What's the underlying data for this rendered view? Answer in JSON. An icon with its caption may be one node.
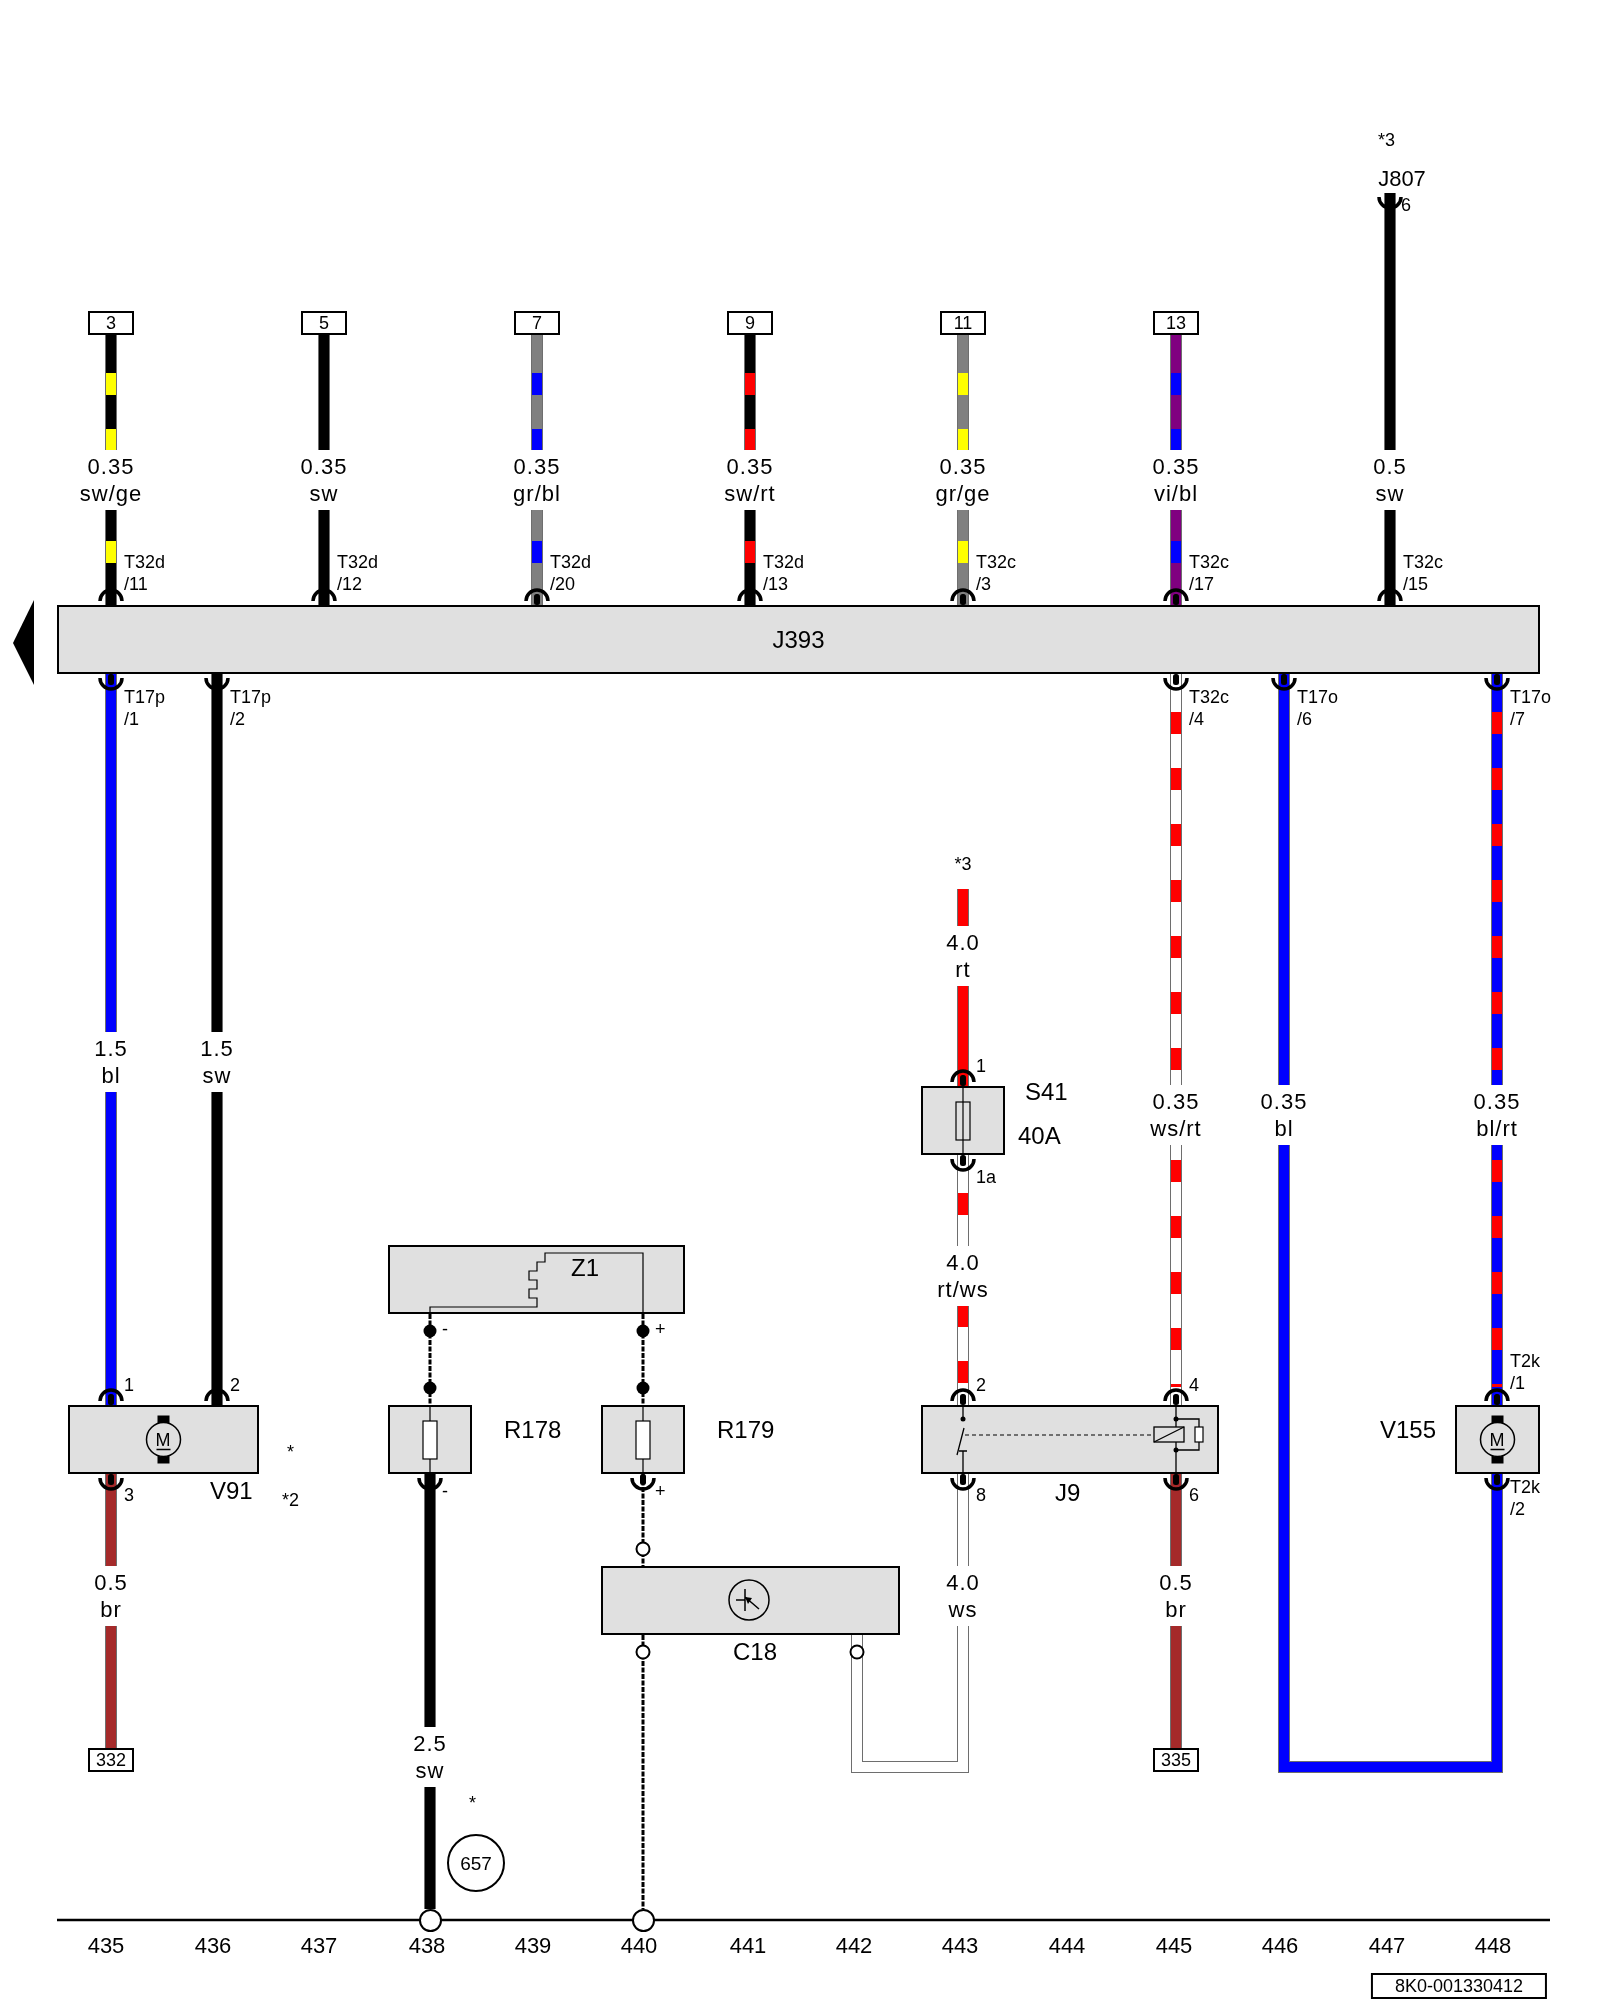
{
  "diagram": {
    "nodes": [
      {
        "text": [
          "3"
        ]
      },
      {
        "text": [
          "5"
        ]
      },
      {
        "text": [
          "7"
        ]
      },
      {
        "text": [
          "9"
        ]
      },
      {
        "text": [
          "11"
        ]
      },
      {
        "text": [
          "13"
        ]
      },
      {
        "text": [
          "J807"
        ],
        "beside": [
          "*3"
        ]
      },
      {
        "text": [
          "J393"
        ]
      },
      {
        "text": [
          "S41",
          "40A"
        ]
      },
      {
        "text": [
          "Z1"
        ]
      },
      {
        "text": [
          "V91"
        ],
        "beside": [
          "*",
          "*2"
        ]
      },
      {
        "text": [
          "R178"
        ]
      },
      {
        "text": [
          "R179"
        ]
      },
      {
        "text": [
          "J9"
        ]
      },
      {
        "text": [
          "V155"
        ]
      },
      {
        "text": [
          "C18"
        ]
      },
      {
        "text": [
          "332"
        ]
      },
      {
        "text": [
          "335"
        ]
      },
      {
        "text": [
          "657"
        ],
        "beside": [
          "*"
        ]
      },
      {
        "text": [],
        "shape": "circle"
      },
      {
        "text": [],
        "shape": "circle"
      }
    ],
    "edges": [
      {
        "from": 0,
        "to": 7,
        "arrow": "other",
        "label": "0.35 sw/ge"
      },
      {
        "from": 1,
        "to": 7,
        "arrow": "other",
        "label": "0.35 sw"
      },
      {
        "from": 2,
        "to": 7,
        "arrow": "other",
        "label": "0.35 gr/bl",
        "color": "#808080"
      },
      {
        "from": 3,
        "to": 7,
        "arrow": "other",
        "label": "0.35 sw/rt"
      },
      {
        "from": 4,
        "to": 7,
        "arrow": "other",
        "label": "0.35 gr/ge",
        "color": "#808080"
      },
      {
        "from": 5,
        "to": 7,
        "arrow": "other",
        "label": "0.35 vi/bl",
        "color": "#800080"
      },
      {
        "from": 6,
        "to": 7,
        "arrow": "other",
        "label": "0.5 sw"
      },
      {
        "from": 7,
        "to": 10,
        "arrow": "other",
        "label": "1.5 bl",
        "color": "#0000ff"
      },
      {
        "from": 7,
        "to": 10,
        "arrow": "other",
        "label": "1.5 sw"
      },
      {
        "from": 10,
        "to": 16,
        "arrow": "other",
        "label": "0.5 br",
        "color": "#a52a2a"
      },
      {
        "from": 7,
        "to": 13,
        "arrow": "other",
        "label": "0.35 ws/rt",
        "color": "#ffffff"
      },
      {
        "from": 7,
        "to": 14,
        "arrow": "other",
        "label": "0.35 bl",
        "color": "#0000ff"
      },
      {
        "from": 7,
        "to": 14,
        "arrow": "other",
        "label": "0.35 bl/rt",
        "color": "#0000ff"
      },
      {
        "from": null,
        "to": 8,
        "arrow": "other",
        "label": "4.0 rt",
        "color": "#ff0000"
      },
      {
        "from": 8,
        "to": 13,
        "arrow": "other",
        "label": "4.0 rt/ws",
        "color": "#ffffff"
      },
      {
        "from": 9,
        "to": 11,
        "arrow": "other",
        "style": "dashed"
      },
      {
        "from": 9,
        "to": 12,
        "arrow": "other",
        "style": "dashed"
      },
      {
        "from": 11,
        "to": 19,
        "arrow": "other",
        "label": "2.5 sw"
      },
      {
        "from": 12,
        "to": 15,
        "arrow": "other",
        "style": "dashed"
      },
      {
        "from": 13,
        "to": 15,
        "arrow": "other",
        "label": "4.0 ws",
        "color": "#ffffff"
      },
      {
        "from": 13,
        "to": 17,
        "arrow": "other",
        "label": "0.5 br",
        "color": "#a52a2a"
      },
      {
        "from": 15,
        "to": 20,
        "arrow": "other",
        "style": "dashed"
      }
    ],
    "labels": [
      "6",
      "T32d /11",
      "T32d /12",
      "T32d /20",
      "T32d /13",
      "T32c /3",
      "T32c /17",
      "T32c /15",
      "T17p /1",
      "T17p /2",
      "T32c /4",
      "T17o /6",
      "T17o /7",
      "*3",
      "1",
      "1a",
      "-",
      "+",
      "T2k /1",
      "1",
      "2",
      "2",
      "4",
      "M",
      "M",
      "3",
      "-",
      "+",
      "8",
      "6",
      "T2k /2",
      "435",
      "436",
      "437",
      "438",
      "439",
      "440",
      "441",
      "442",
      "443",
      "444",
      "445",
      "446",
      "447",
      "448",
      "8K0-001330412"
    ]
  }
}
